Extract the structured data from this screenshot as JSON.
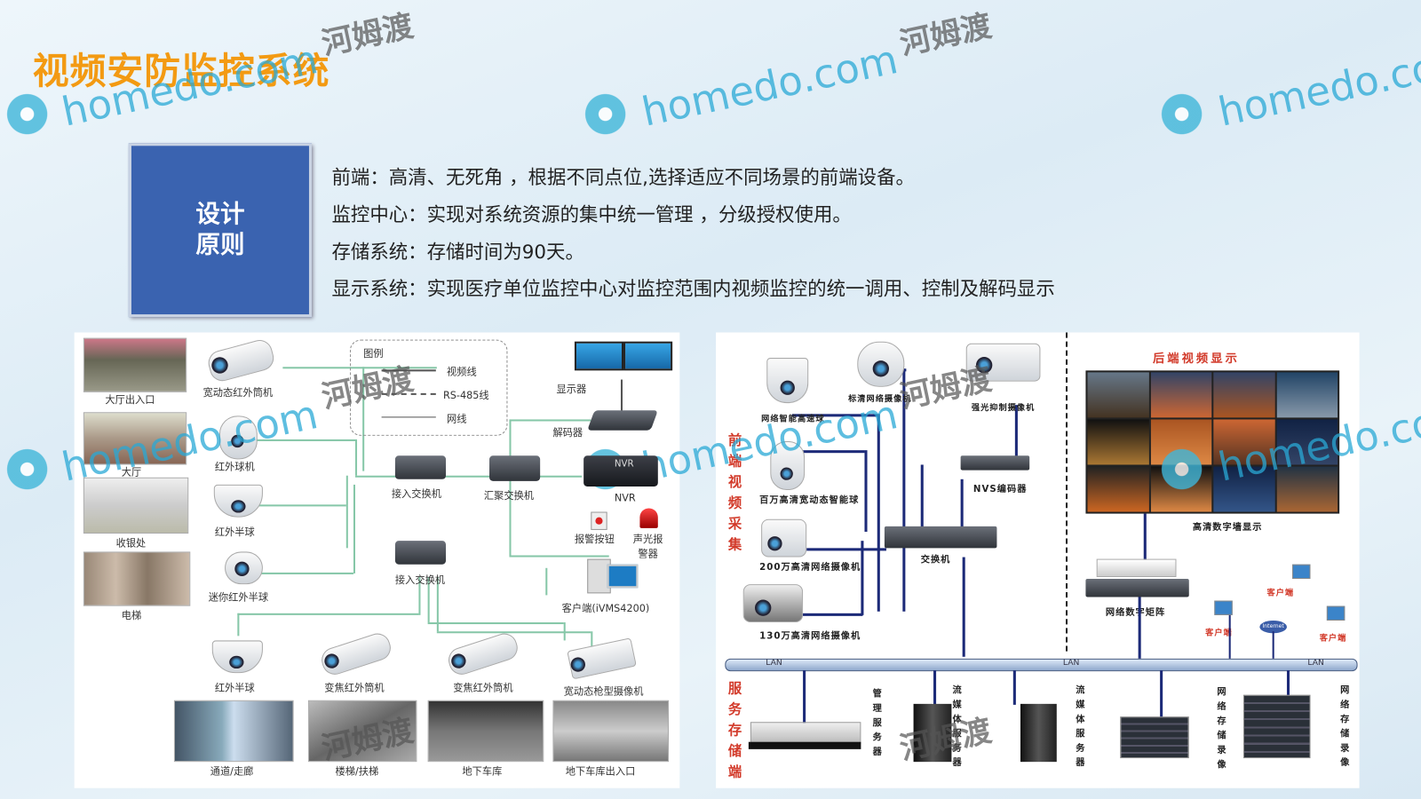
{
  "slide": {
    "title": "视频安防监控系统",
    "principle_box": {
      "line1": "设计",
      "line2": "原则"
    },
    "points": [
      "前端：高清、无死角 ，根据不同点位,选择适应不同场景的前端设备。",
      "监控中心：实现对系统资源的集中统一管理 ，分级授权使用。",
      "存储系统：存储时间为90天。",
      "显示系统：实现医疗单位监控中心对监控范围内视频监控的统一调用、控制及解码显示"
    ]
  },
  "left_diagram": {
    "locations": [
      "大厅出入口",
      "大厅",
      "收银处",
      "电梯"
    ],
    "cameras": [
      "宽动态红外筒机",
      "红外球机",
      "红外半球",
      "迷你红外半球"
    ],
    "bottom_cameras": [
      "红外半球",
      "变焦红外筒机",
      "变焦红外筒机",
      "宽动态枪型摄像机"
    ],
    "bottom_locations": [
      "通道/走廊",
      "楼梯/扶梯",
      "地下车库",
      "地下车库出入口"
    ],
    "legend": {
      "title": "图例",
      "items": [
        "视频线",
        "RS-485线",
        "网线"
      ]
    },
    "devices": {
      "access_switch_1": "接入交换机",
      "core_switch": "汇聚交换机",
      "access_switch_2": "接入交换机",
      "display": "显示器",
      "decoder": "解码器",
      "nvr": "NVR",
      "nvr_badge": "NVR",
      "alarm_button": "报警按钮",
      "alarm_light": "声光报警器",
      "client": "客户端(iVMS4200)"
    }
  },
  "right_diagram": {
    "front_label": "前端视频采集",
    "service_label": "服务存储端",
    "back_title": "后端视频显示",
    "cameras": [
      "网络智能高速球",
      "标清网络摄像机",
      "强光抑制摄像机",
      "百万高清宽动态智能球",
      "200万高清网络摄像机",
      "130万高清网络摄像机"
    ],
    "nvs": "NVS编码器",
    "switch": "交换机",
    "video_wall": "高清数字墙显示",
    "matrix": "网络数字矩阵",
    "clients": [
      "客户端",
      "客户端",
      "客户端"
    ],
    "internet": "Internet",
    "lan": [
      "LAN",
      "LAN",
      "LAN"
    ],
    "servers": [
      "管理服务器",
      "流媒体服务器",
      "流媒体服务器",
      "网络存储录像",
      "网络存储录像"
    ]
  },
  "watermark": {
    "site": "homedo.com",
    "brand": "河姆渡"
  },
  "colors": {
    "title": "#f39a12",
    "box": "#3a63b0",
    "red_label": "#d23a2a",
    "net_line": "#1c2a78"
  }
}
